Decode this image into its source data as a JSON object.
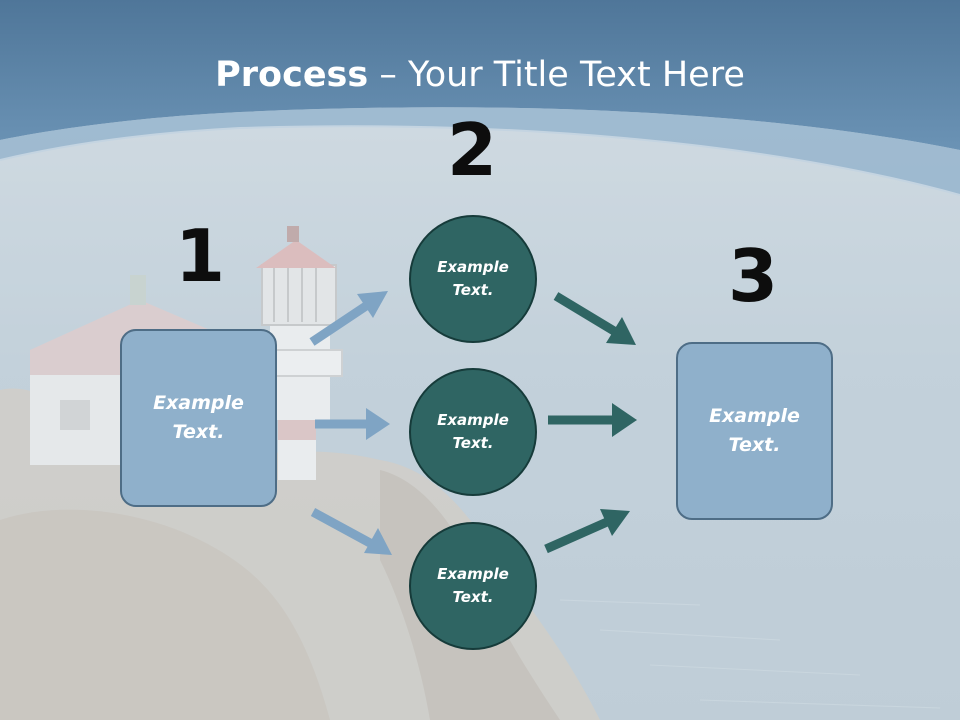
{
  "title": {
    "bold": "Process",
    "rest": " – Your Title Text Here"
  },
  "steps": [
    {
      "number": "1",
      "text": "Example Text."
    },
    {
      "number": "2",
      "items": [
        "Example Text.",
        "Example Text.",
        "Example Text."
      ]
    },
    {
      "number": "3",
      "text": "Example Text."
    }
  ],
  "colors": {
    "header_blue": "#5f89ad",
    "box_fill": "#8fb0cb",
    "circle_fill": "#2f6563",
    "arrow_light": "#7fa4c4",
    "arrow_dark": "#2f6563"
  },
  "background": {
    "icon": "lighthouse-coast-photo"
  }
}
